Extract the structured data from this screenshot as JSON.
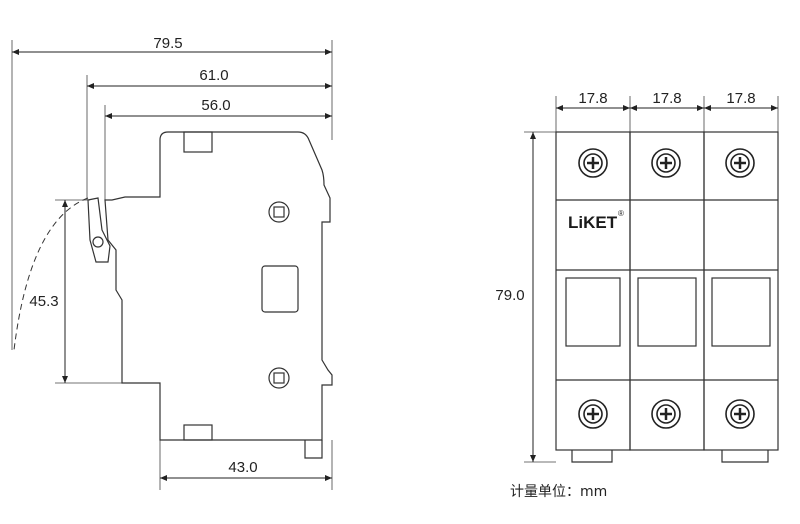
{
  "side_view": {
    "dim_overall_width": "79.5",
    "dim_rail_to_back": "61.0",
    "dim_body_width": "56.0",
    "dim_rail_height": "45.3",
    "dim_bottom_width": "43.0"
  },
  "front_view": {
    "dim_pole_widths": [
      "17.8",
      "17.8",
      "17.8"
    ],
    "dim_height": "79.0",
    "brand_logo": "LiKET",
    "registered_mark": "®",
    "unit_note": "计量单位：mm"
  },
  "colors": {
    "line": "#333333",
    "background": "#ffffff"
  }
}
